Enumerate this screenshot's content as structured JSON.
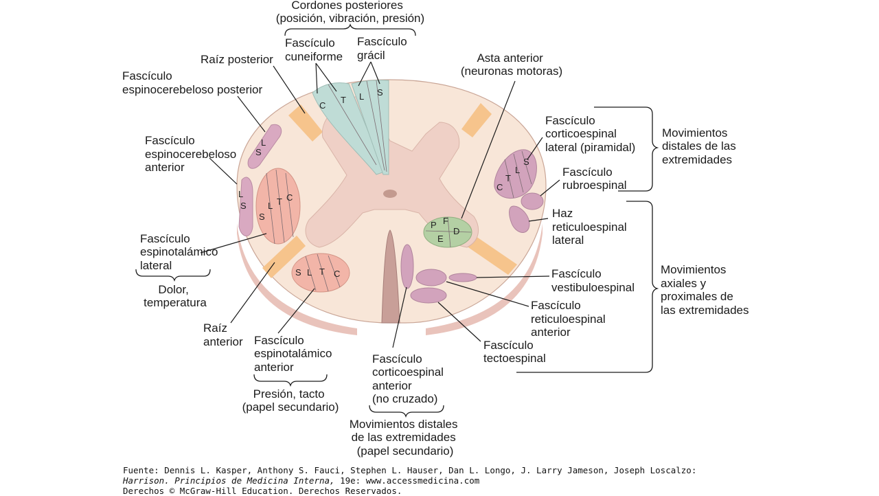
{
  "labels": {
    "cordones_posteriores": [
      "Cordones posteriores",
      "(posición, vibración, presión)"
    ],
    "fasciculo_cuneiforme": [
      "Fascículo",
      "cuneiforme"
    ],
    "fasciculo_gracil": [
      "Fascículo",
      "grácil"
    ],
    "raiz_posterior": [
      "Raíz posterior"
    ],
    "espinocerebeloso_posterior": [
      "Fascículo",
      "espinocerebeloso posterior"
    ],
    "espinocerebeloso_anterior": [
      "Fascículo",
      "espinocerebeloso",
      "anterior"
    ],
    "espinotalamico_lateral": [
      "Fascículo",
      "espinotalámico",
      "lateral"
    ],
    "dolor_temperatura": [
      "Dolor,",
      "temperatura"
    ],
    "raiz_anterior": [
      "Raíz",
      "anterior"
    ],
    "espinotalamico_anterior": [
      "Fascículo",
      "espinotalámico",
      "anterior"
    ],
    "presion_tacto": [
      "Presión, tacto",
      "(papel secundario)"
    ],
    "corticoespinal_anterior": [
      "Fascículo",
      "corticoespinal",
      "anterior",
      "(no cruzado)"
    ],
    "movimientos_distales_secundario": [
      "Movimientos distales",
      "de las extremidades",
      "(papel secundario)"
    ],
    "asta_anterior": [
      "Asta anterior",
      "(neuronas motoras)"
    ],
    "corticoespinal_lateral": [
      "Fascículo",
      "corticoespinal",
      "lateral (piramidal)"
    ],
    "rubroespinal": [
      "Fascículo",
      "rubroespinal"
    ],
    "movimientos_distales": [
      "Movimientos",
      "distales de las",
      "extremidades"
    ],
    "reticuloespinal_lateral": [
      "Haz",
      "reticuloespinal",
      "lateral"
    ],
    "vestibuloespinal": [
      "Fascículo",
      "vestibuloespinal"
    ],
    "reticuloespinal_anterior": [
      "Fascículo",
      "reticuloespinal",
      "anterior"
    ],
    "tectoespinal": [
      "Fascículo",
      "tectoespinal"
    ],
    "movimientos_axiales": [
      "Movimientos",
      "axiales y",
      "proximales de",
      "las extremidades"
    ]
  },
  "tract_letters": {
    "cuneate": [
      "C",
      "T"
    ],
    "gracile": [
      "L",
      "S"
    ],
    "spinocerebellar_posterior": [
      "L",
      "S"
    ],
    "spinocerebellar_anterior": [
      "L",
      "S"
    ],
    "spinothalamic_lateral": [
      "S",
      "L",
      "T",
      "C"
    ],
    "spinothalamic_anterior": [
      "S",
      "L",
      "T",
      "C"
    ],
    "corticospinal_lateral": [
      "C",
      "T",
      "L",
      "S"
    ],
    "anterior_horn": [
      "P",
      "F",
      "E",
      "D"
    ]
  },
  "footer": {
    "line1": "Fuente: Dennis L. Kasper, Anthony S. Fauci, Stephen L. Hauser, Dan L. Longo, J. Larry Jameson, Joseph Loscalzo:",
    "line2_italic": "Harrison. Principios de Medicina Interna,",
    "line2_rest": " 19e: www.accessmedicina.com",
    "line3": "Derechos © McGraw-Hill Education. Derechos Reservados."
  },
  "colors": {
    "white_matter": "#f8e6d8",
    "gray_matter": "#efd0c6",
    "root": "#f6c48c",
    "dorsal_column": "#bfdcd6",
    "ascending_lateral": "#f2b5a8",
    "spinocerebellar": "#d9a9c1",
    "descending": "#d2a3bc",
    "anterior_horn_motor": "#b4d0a4"
  }
}
